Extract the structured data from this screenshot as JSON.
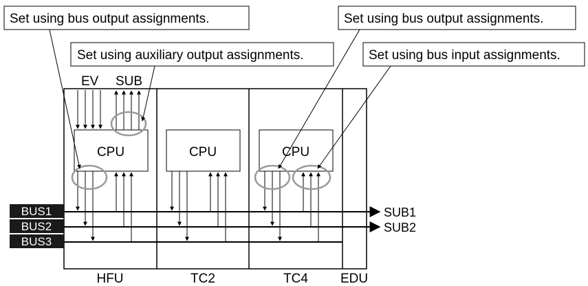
{
  "callouts": {
    "bus_output_left": "Set using bus output assignments.",
    "aux_output": "Set using auxiliary output assignments.",
    "bus_output_right": "Set using bus output assignments.",
    "bus_input": "Set using bus input assignments."
  },
  "signals": {
    "ev": "EV",
    "sub": "SUB"
  },
  "units": {
    "hfu": {
      "name": "HFU",
      "cpu": "CPU"
    },
    "tc2": {
      "name": "TC2",
      "cpu": "CPU"
    },
    "tc4": {
      "name": "TC4",
      "cpu": "CPU"
    },
    "edu": {
      "name": "EDU"
    }
  },
  "buses": {
    "bus1": "BUS1",
    "bus2": "BUS2",
    "bus3": "BUS3"
  },
  "outputs": {
    "sub1": "SUB1",
    "sub2": "SUB2"
  },
  "colors": {
    "line": "#000000",
    "highlight_ellipse": "#999999",
    "bus_label_bg": "#1a1a1a",
    "bus_label_text": "#ffffff"
  }
}
